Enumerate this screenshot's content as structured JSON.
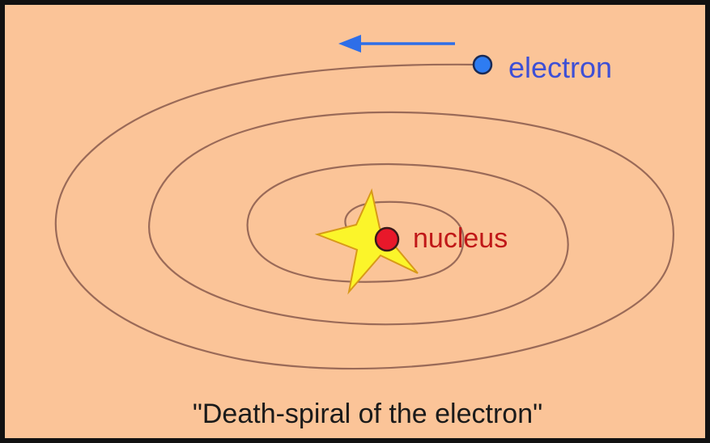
{
  "colors": {
    "background": "#fbc498",
    "frame": "#111111",
    "spiral": "#9a6a58",
    "arrow": "#2e6ee8",
    "electron_fill": "#2e7cf2",
    "electron_label": "#3d4fd6",
    "nucleus_fill": "#e8182a",
    "nucleus_label": "#c01818",
    "star_fill": "#fbf52a",
    "star_stroke": "#d89a18",
    "caption": "#1a1a1a"
  },
  "labels": {
    "electron": "electron",
    "nucleus": "nucleus",
    "caption": "\"Death-spiral of the electron\""
  },
  "icons": {
    "motion_arrow": "left-arrow-icon",
    "electron": "electron-dot",
    "nucleus": "nucleus-dot",
    "burst": "star-burst"
  }
}
